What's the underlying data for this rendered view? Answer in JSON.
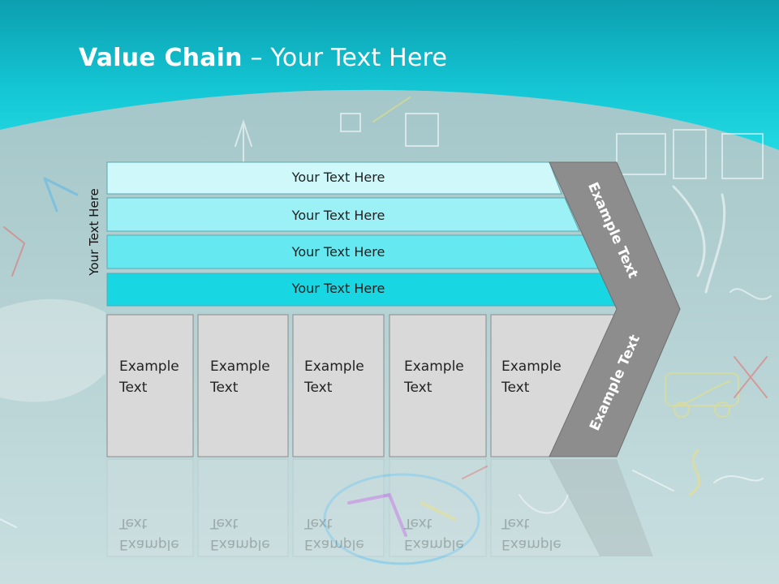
{
  "slide": {
    "title_bold": "Value Chain",
    "title_rest": " – Your Text Here"
  },
  "diagram": {
    "vertical_label": "Your Text Here",
    "bands": [
      {
        "label": "Your Text Here",
        "color": "#cff8fb"
      },
      {
        "label": "Your Text Here",
        "color": "#9cf1f6"
      },
      {
        "label": "Your Text Here",
        "color": "#66e8f0"
      },
      {
        "label": "Your Text Here",
        "color": "#18d6e2"
      }
    ],
    "boxes": [
      {
        "label": "Example\nText"
      },
      {
        "label": "Example\nText"
      },
      {
        "label": "Example\nText"
      },
      {
        "label": "Example\nText"
      },
      {
        "label": "Example\nText"
      }
    ],
    "chevron_top_label": "Example Text",
    "chevron_bottom_label": "Example Text"
  },
  "colors": {
    "header_teal": "#14c6d4",
    "chevron_gray": "#8d8d8d",
    "box_gray": "#d9d9d9"
  }
}
